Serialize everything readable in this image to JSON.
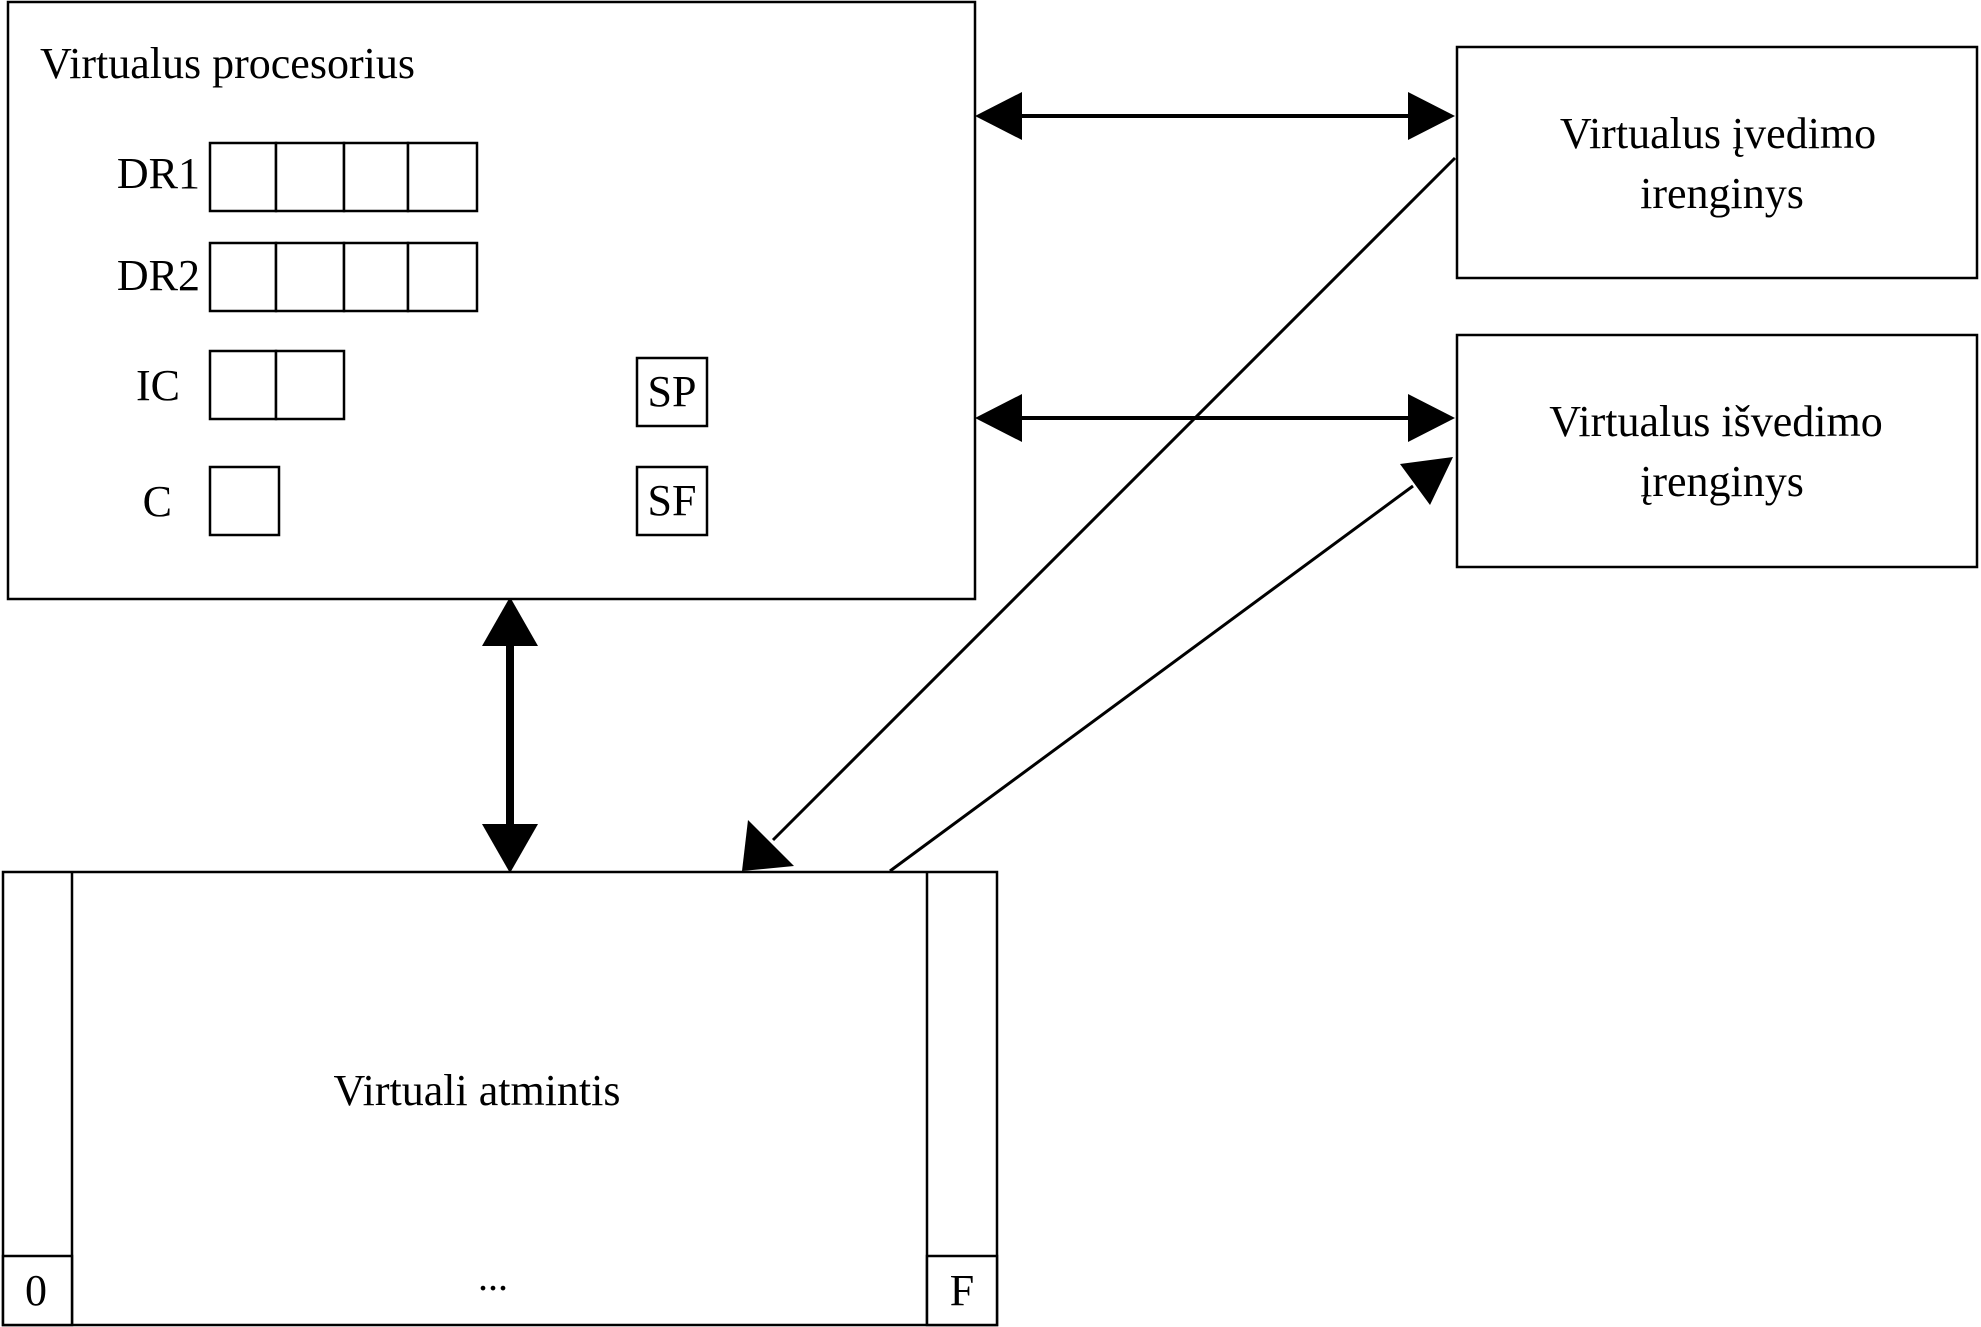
{
  "processor": {
    "title": "Virtualus procesorius",
    "registers": {
      "dr1": "DR1",
      "dr2": "DR2",
      "ic": "IC",
      "c": "C",
      "sp": "SP",
      "sf": "SF"
    }
  },
  "input_device": {
    "line1": "Virtualus įvedimo",
    "line2": "irenginys"
  },
  "output_device": {
    "line1": "Virtualus išvedimo",
    "line2": "įrenginys"
  },
  "memory": {
    "title": "Virtuali atmintis",
    "first_cell": "0",
    "ellipsis": "...",
    "last_cell": "F"
  },
  "colors": {
    "stroke": "#000000",
    "background": "#ffffff"
  }
}
